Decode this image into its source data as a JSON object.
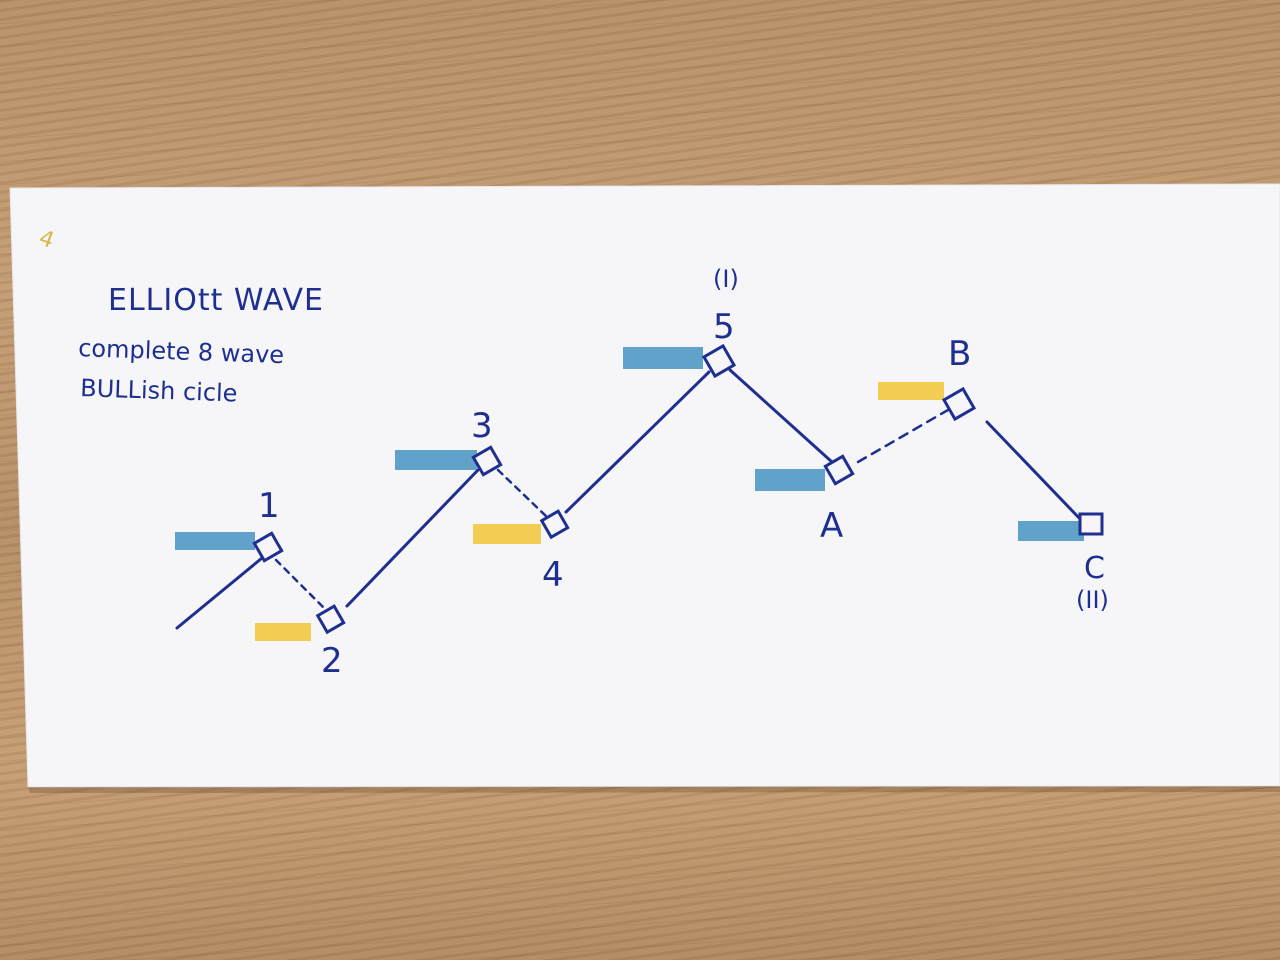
{
  "sheet": {
    "corner_mark": "4",
    "title": "ELLIOtt WAVE",
    "subtitle_line1": "complete 8 wave",
    "subtitle_line2": "BULLish cicle"
  },
  "waves": {
    "p1": "1",
    "p2": "2",
    "p3": "3",
    "p4": "4",
    "p5": "5",
    "p5_group": "(I)",
    "pA": "A",
    "pB": "B",
    "pC": "C",
    "pC_group": "(II)"
  },
  "colors": {
    "ink": "#1f2f8f",
    "highlight_blue": "#3f8fc0",
    "highlight_yellow": "#f2c63c",
    "paper": "#f6f6f9",
    "wood": "#bb936b"
  }
}
